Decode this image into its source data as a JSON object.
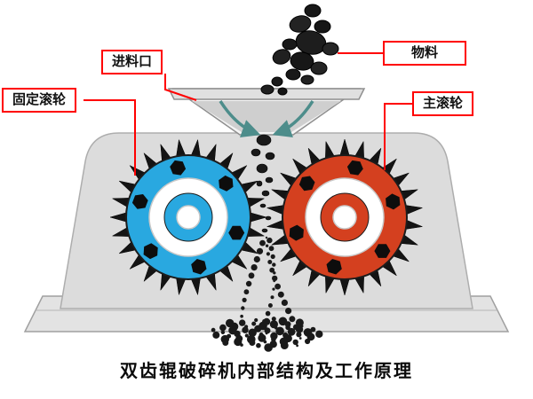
{
  "title": "双齿辊破碎机内部结构及工作原理",
  "labels": {
    "feed_inlet": "进料口",
    "material": "物料",
    "fixed_roller": "固定滚轮",
    "main_roller": "主滚轮"
  },
  "colors": {
    "fixed_roller_fill": "#29a8e0",
    "main_roller_fill": "#d4401f",
    "label_border": "#ff0000",
    "callout_line": "#ff0000",
    "arrow": "#4d8d8b",
    "machine_body": "#dcdcdc",
    "base": "#e3e3e3",
    "teeth": "#141414",
    "coal": "#1a1a1a"
  }
}
